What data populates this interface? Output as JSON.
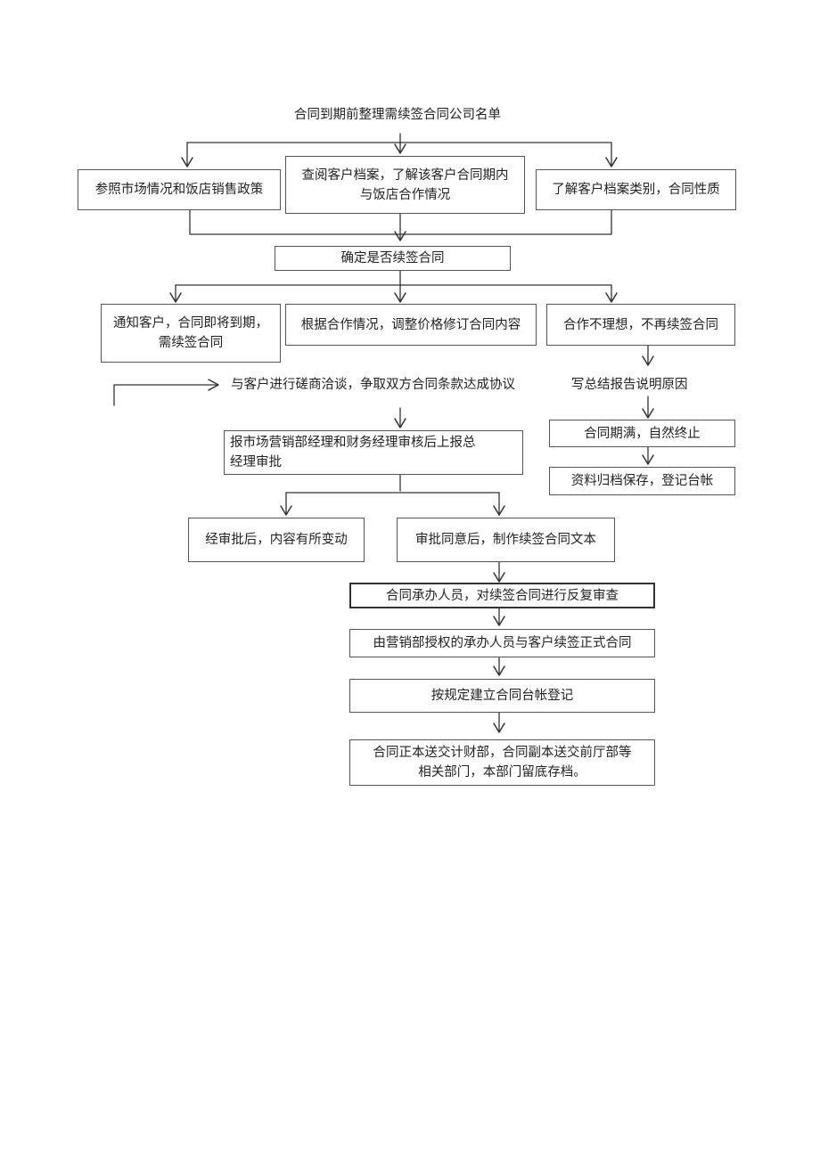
{
  "flowchart": {
    "title": "合同到期前整理需续签合同公司名单",
    "step1": {
      "left": "参照市场情况和饭店销售政策",
      "middle": "查阅客户档案，了解该客户合同期内\n与饭店合作情况",
      "right": "了解客户档案类别，合同性质"
    },
    "decision": "确定是否续签合同",
    "step2": {
      "left": "通知客户，合同即将到期，\n需续签合同",
      "middle": "根据合作情况，调整价格修订合同内容",
      "right": "合作不理想，不再续签合同"
    },
    "negotiate": "与客户进行磋商洽谈，争取双方合同条款达成协议",
    "report_reason": "写总结报告说明原因",
    "expire": "合同期满，自然终止",
    "archive": "资料归档保存，登记台帐",
    "approval": "报市场营销部经理和财务经理审核后上报总\n经理审批",
    "changed": "经审批后，内容有所变动",
    "approved": "审批同意后，制作续签合同文本",
    "review": "合同承办人员，对续签合同进行反复审查",
    "sign": "由营销部授权的承办人员与客户续签正式合同",
    "ledger": "按规定建立合同台帐登记",
    "distribute": "合同正本送交计财部，合同副本送交前厅部等\n相关部门，本部门留底存档。"
  }
}
